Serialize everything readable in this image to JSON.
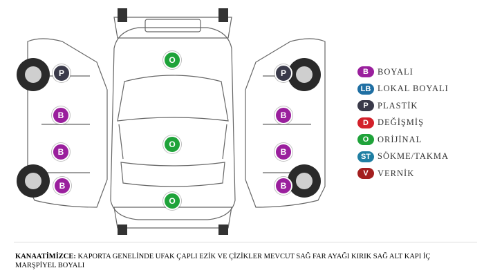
{
  "colors": {
    "BOYALI": "#9a1f9d",
    "LOKAL BOYALI": "#1f6fa3",
    "PLASTİK": "#3a3a4a",
    "DEĞİŞMİŞ": "#d3202a",
    "ORİJİNAL": "#1fa33a",
    "SÖKME/TAKMA": "#1f7fa3",
    "VERNİK": "#a31f1f"
  },
  "legend": [
    {
      "code": "B",
      "label": "BOYALI"
    },
    {
      "code": "LB",
      "label": "LOKAL BOYALI"
    },
    {
      "code": "P",
      "label": "PLASTİK"
    },
    {
      "code": "D",
      "label": "DEĞİŞMİŞ"
    },
    {
      "code": "O",
      "label": "ORİJİNAL"
    },
    {
      "code": "ST",
      "label": "SÖKME/TAKMA"
    },
    {
      "code": "V",
      "label": "VERNİK"
    }
  ],
  "parts": {
    "hood": "O",
    "roof": "O",
    "trunk": "O",
    "left_front_bumper": "P",
    "left_front_fender": "B",
    "left_front_door": "B",
    "left_rear_door": "B",
    "right_front_bumper": "P",
    "right_front_fender": "B",
    "right_front_door": "B",
    "right_rear_door": "B"
  },
  "note": {
    "label": "KANAATİMİZCE:",
    "text": "KAPORTA GENELİNDE UFAK ÇAPLI EZİK VE ÇİZİKLER MEVCUT SAĞ FAR AYAĞI KIRIK SAĞ ALT KAPI İÇ MARŞPİYEL BOYALI"
  }
}
